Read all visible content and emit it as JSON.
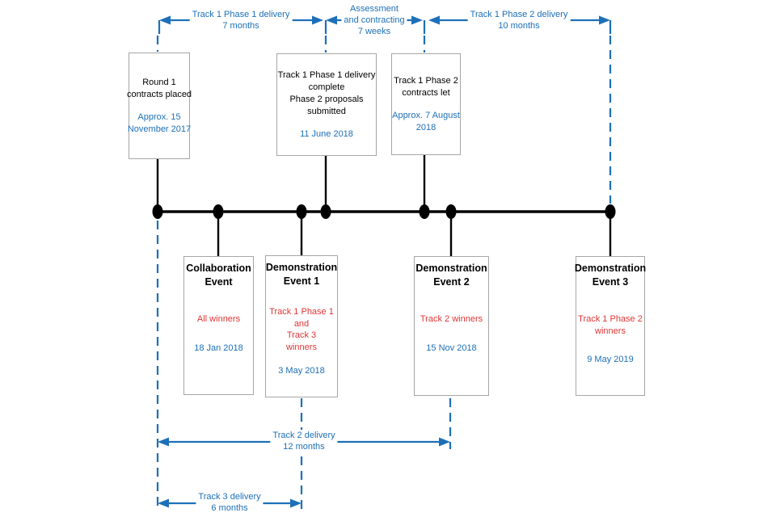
{
  "diagram": {
    "colors": {
      "blue": "#1d70b8",
      "red": "#e03535",
      "black": "#000000",
      "box_border": "#a6a6a6"
    },
    "top_spans": [
      {
        "id": "track1-phase1-delivery",
        "lines": [
          "Track 1 Phase 1 delivery",
          "7 months"
        ]
      },
      {
        "id": "assessment-and-contracting",
        "lines": [
          "Assessment",
          "and contracting",
          "7 weeks"
        ]
      },
      {
        "id": "track1-phase2-delivery",
        "lines": [
          "Track 1 Phase 2 delivery",
          "10 months"
        ]
      }
    ],
    "bottom_spans": [
      {
        "id": "track2-delivery",
        "lines": [
          "Track 2 delivery",
          "12 months"
        ]
      },
      {
        "id": "track3-delivery",
        "lines": [
          "Track 3 delivery",
          "6 months"
        ]
      }
    ],
    "top_boxes": [
      {
        "id": "round1-contracts-placed",
        "title_lines": [
          "Round 1",
          "contracts placed"
        ],
        "date_lines": [
          "Approx. 15",
          "November 2017"
        ]
      },
      {
        "id": "track1-phase1-complete",
        "title_lines": [
          "Track 1 Phase 1 delivery",
          "complete",
          "Phase 2 proposals",
          "submitted"
        ],
        "date_lines": [
          "11 June 2018"
        ]
      },
      {
        "id": "track1-phase2-contracts-let",
        "title_lines": [
          "Track 1 Phase 2",
          "contracts let"
        ],
        "date_lines": [
          "Approx. 7 August",
          "2018"
        ]
      }
    ],
    "bottom_boxes": [
      {
        "id": "collaboration-event",
        "title_lines": [
          "Collaboration",
          "Event"
        ],
        "winners_lines": [
          "All winners"
        ],
        "date_lines": [
          "18 Jan 2018"
        ]
      },
      {
        "id": "demonstration-event-1",
        "title_lines": [
          "Demonstration",
          "Event 1"
        ],
        "winners_lines": [
          "Track 1 Phase 1",
          "and",
          "Track 3",
          "winners"
        ],
        "date_lines": [
          "3 May 2018"
        ]
      },
      {
        "id": "demonstration-event-2",
        "title_lines": [
          "Demonstration",
          "Event 2"
        ],
        "winners_lines": [
          "Track 2 winners"
        ],
        "date_lines": [
          "15 Nov 2018"
        ]
      },
      {
        "id": "demonstration-event-3",
        "title_lines": [
          "Demonstration",
          "Event 3"
        ],
        "winners_lines": [
          "Track 1 Phase 2",
          "winners"
        ],
        "date_lines": [
          "9 May 2019"
        ]
      }
    ]
  }
}
